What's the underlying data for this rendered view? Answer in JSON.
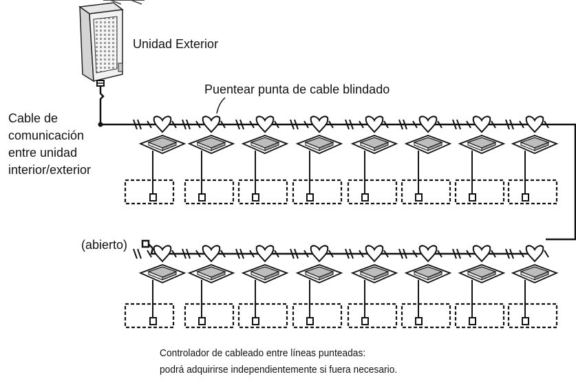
{
  "labels": {
    "outdoor_unit": "Unidad Exterior",
    "bridge_shield": "Puentear punta de cable blindado",
    "comm_cable": [
      "Cable de",
      "comunicación",
      "entre unidad",
      "interior/exterior"
    ],
    "open_end": "(abierto)",
    "caption": [
      "Controlador de cableado entre líneas punteadas:",
      "podrá adquirirse independientemente si fuera necesario."
    ]
  },
  "colors": {
    "ink": "#111111",
    "background": "#ffffff"
  },
  "icons": [
    "outdoor-unit-icon",
    "indoor-cassette-unit-icon",
    "wired-controller-icon",
    "terminal-box-icon"
  ]
}
